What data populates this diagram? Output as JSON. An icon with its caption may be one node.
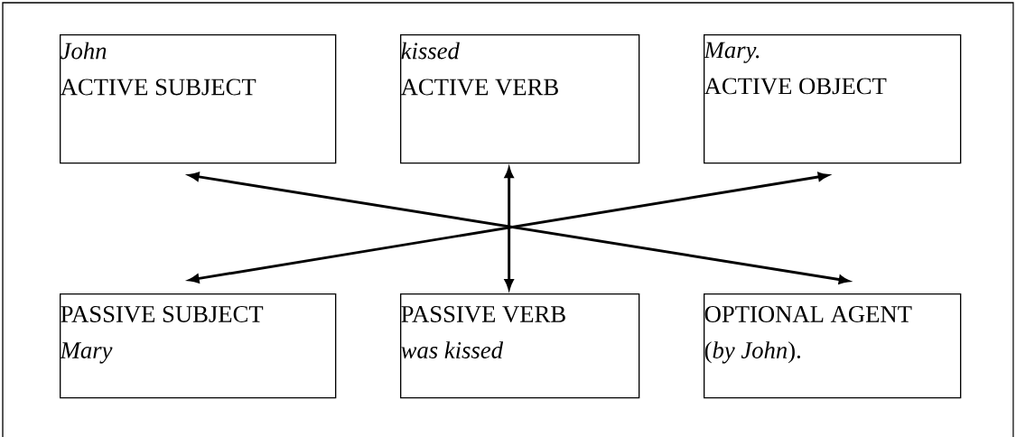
{
  "diagram": {
    "nodes": [
      {
        "text": [
          "John",
          "ACTIVE SUBJECT"
        ]
      },
      {
        "text": [
          "kissed",
          "ACTIVE VERB"
        ]
      },
      {
        "text": [
          "Mary.",
          "ACTIVE OBJECT"
        ]
      },
      {
        "text": [
          "PASSIVE SUBJECT",
          "Mary"
        ]
      },
      {
        "text": [
          "PASSIVE VERB",
          "was kissed"
        ]
      },
      {
        "text": [
          "OPTIONAL AGENT",
          "(*by John*)."
        ]
      }
    ],
    "edges": [
      {
        "from": 0,
        "to": 5,
        "arrow": "both"
      },
      {
        "from": 2,
        "to": 3,
        "arrow": "both"
      },
      {
        "from": 1,
        "to": 4,
        "arrow": "both"
      }
    ]
  }
}
